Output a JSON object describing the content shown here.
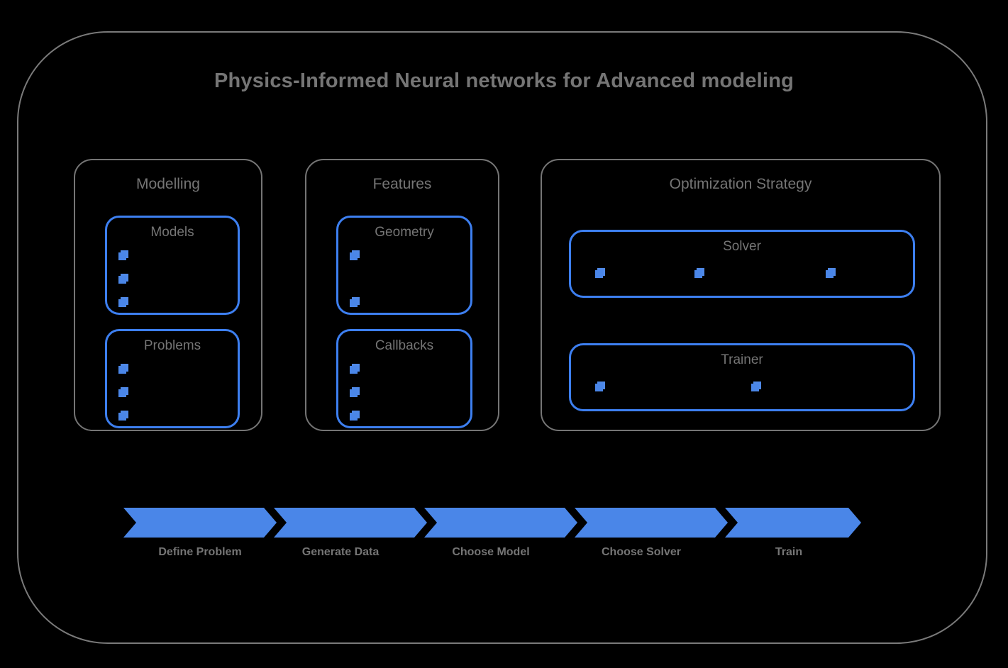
{
  "diagram": {
    "title": "Physics-Informed Neural networks for Advanced modeling",
    "colors": {
      "background": "#000000",
      "frame_border": "#7a7a7a",
      "group_border": "#757575",
      "subbox_border": "#3d7ff0",
      "accent_blue": "#4a86e8",
      "text_gray": "#757575"
    },
    "groups": [
      {
        "id": "modelling",
        "label": "Modelling",
        "boxes": [
          {
            "id": "models",
            "label": "Models",
            "item_count": 3,
            "orientation": "vertical"
          },
          {
            "id": "problems",
            "label": "Problems",
            "item_count": 3,
            "orientation": "vertical"
          }
        ]
      },
      {
        "id": "features",
        "label": "Features",
        "boxes": [
          {
            "id": "geometry",
            "label": "Geometry",
            "item_count": 2,
            "orientation": "vertical"
          },
          {
            "id": "callbacks",
            "label": "Callbacks",
            "item_count": 3,
            "orientation": "vertical"
          }
        ]
      },
      {
        "id": "optimization-strategy",
        "label": "Optimization Strategy",
        "boxes": [
          {
            "id": "solver",
            "label": "Solver",
            "item_count": 3,
            "orientation": "horizontal"
          },
          {
            "id": "trainer",
            "label": "Trainer",
            "item_count": 2,
            "orientation": "horizontal"
          }
        ]
      }
    ],
    "pipeline": {
      "steps": [
        {
          "label": "Define Problem"
        },
        {
          "label": "Generate Data"
        },
        {
          "label": "Choose Model"
        },
        {
          "label": "Choose Solver"
        },
        {
          "label": "Train"
        }
      ]
    }
  }
}
